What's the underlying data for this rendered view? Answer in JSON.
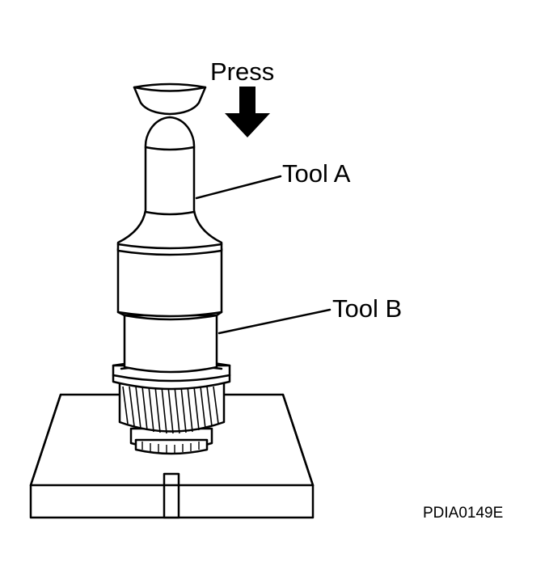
{
  "labels": {
    "press": "Press",
    "tool_a": "Tool A",
    "tool_b": "Tool B",
    "figure_code": "PDIA0149E"
  },
  "colors": {
    "line": "#000000",
    "background": "#ffffff"
  },
  "icons": {
    "press_arrow": "arrow-down-icon"
  }
}
